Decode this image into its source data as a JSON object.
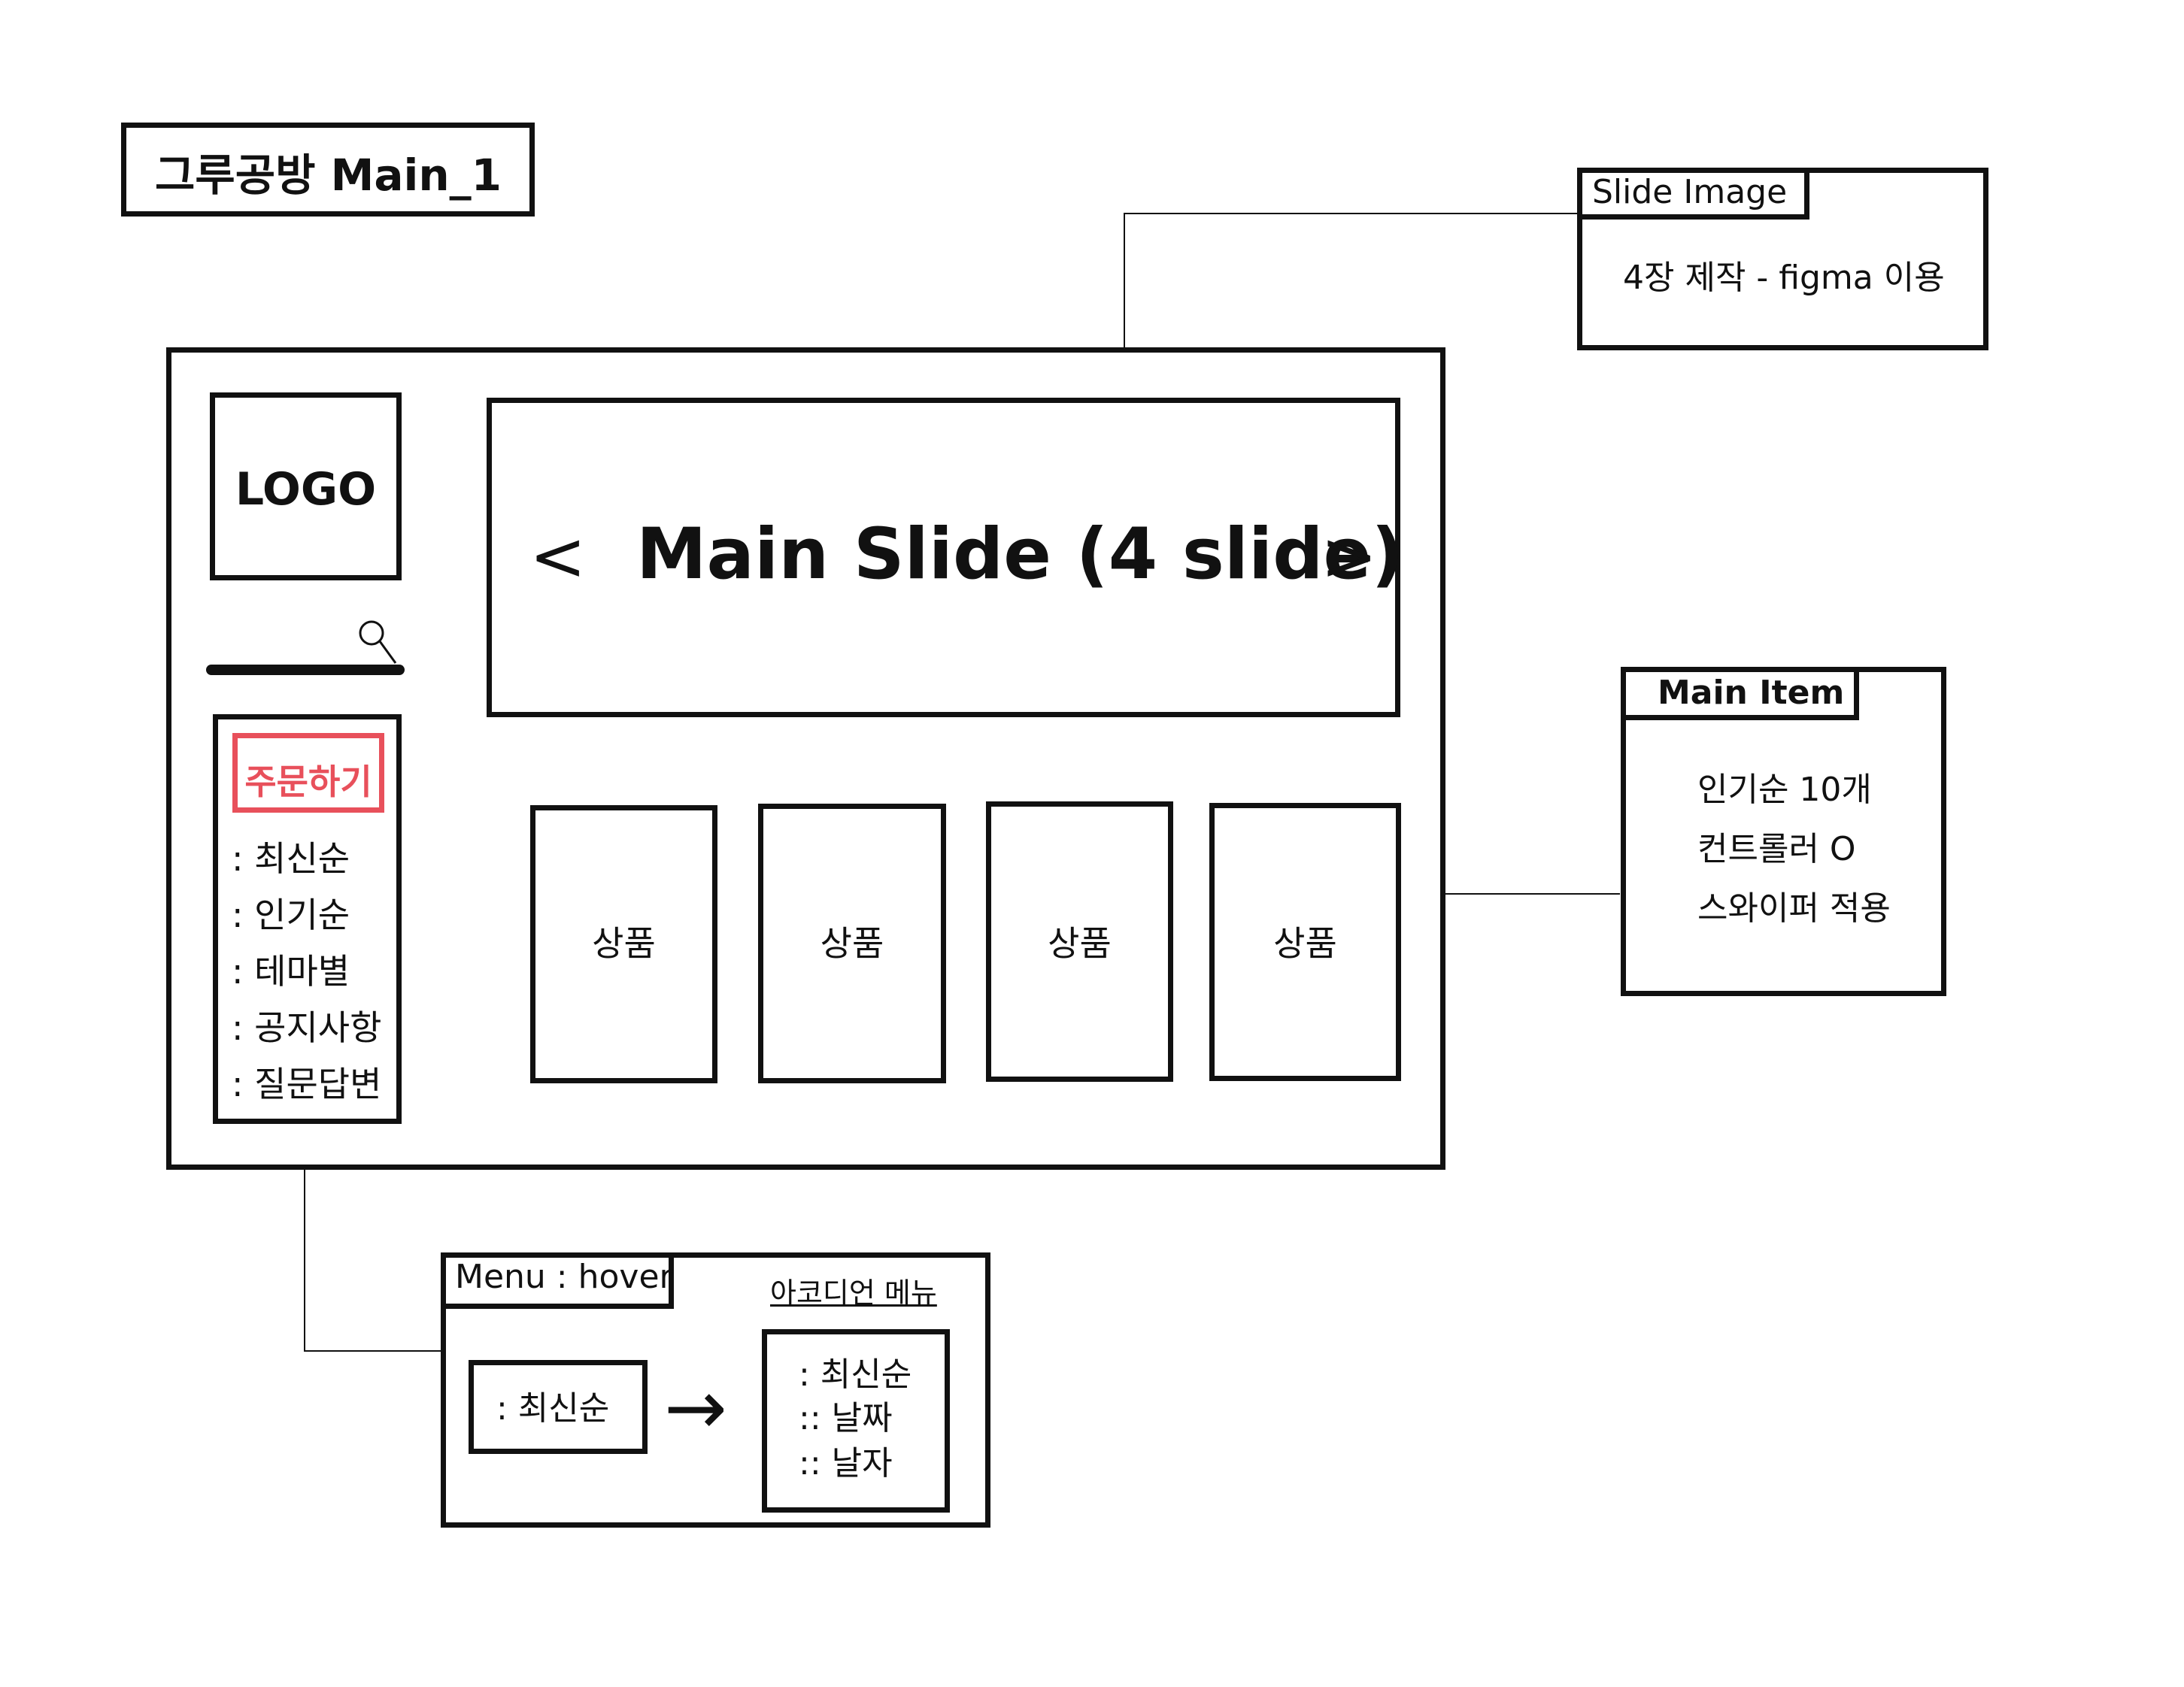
{
  "title": "그루공방 Main_1",
  "logo": "LOGO",
  "search": {
    "icon": "search-icon"
  },
  "order_button": {
    "label": "주문하기",
    "color": "#e8505b"
  },
  "menu": [
    ": 최신순",
    ": 인기순",
    ": 테마별",
    ": 공지사항",
    ": 질문답변"
  ],
  "main_slide": {
    "label": "Main Slide (4 slide)",
    "prev": "<",
    "next": ">"
  },
  "products": [
    "상품",
    "상품",
    "상품",
    "상품"
  ],
  "slide_image_note": {
    "tab": "Slide Image",
    "text": "4장 제작 - figma 이용"
  },
  "main_item_note": {
    "tab": "Main Item",
    "lines": [
      "인기순 10개",
      "컨트롤러 O",
      "스와이퍼 적용"
    ]
  },
  "menu_hover_note": {
    "tab": "Menu : hover",
    "caption": "아코디언 메뉴",
    "before": ": 최신순",
    "arrow": "→",
    "after": [
      ": 최신순",
      ":: 날짜",
      ":: 날자"
    ]
  }
}
